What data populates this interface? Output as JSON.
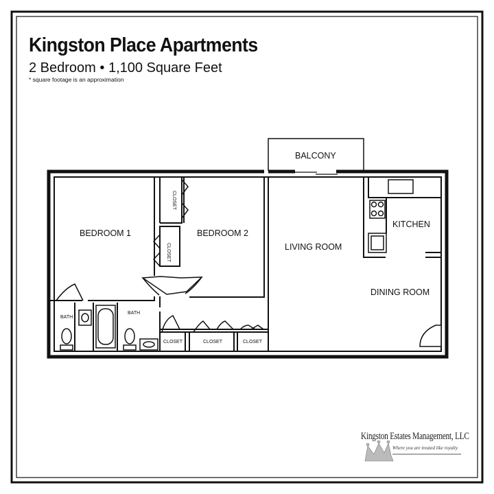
{
  "header": {
    "title": "Kingston Place Apartments",
    "subtitle": "2 Bedroom • 1,100 Square Feet",
    "note": "* square footage is an approximation"
  },
  "rooms": {
    "balcony": "BALCONY",
    "bedroom1": "BEDROOM 1",
    "bedroom2": "BEDROOM 2",
    "living_room": "LIVING ROOM",
    "kitchen": "KITCHEN",
    "dining_room": "DINING ROOM",
    "closet": "CLOSET",
    "bath": "BATH"
  },
  "company": {
    "name": "Kingston Estates Management, LLC",
    "tagline": "Where you are treated like royalty"
  }
}
